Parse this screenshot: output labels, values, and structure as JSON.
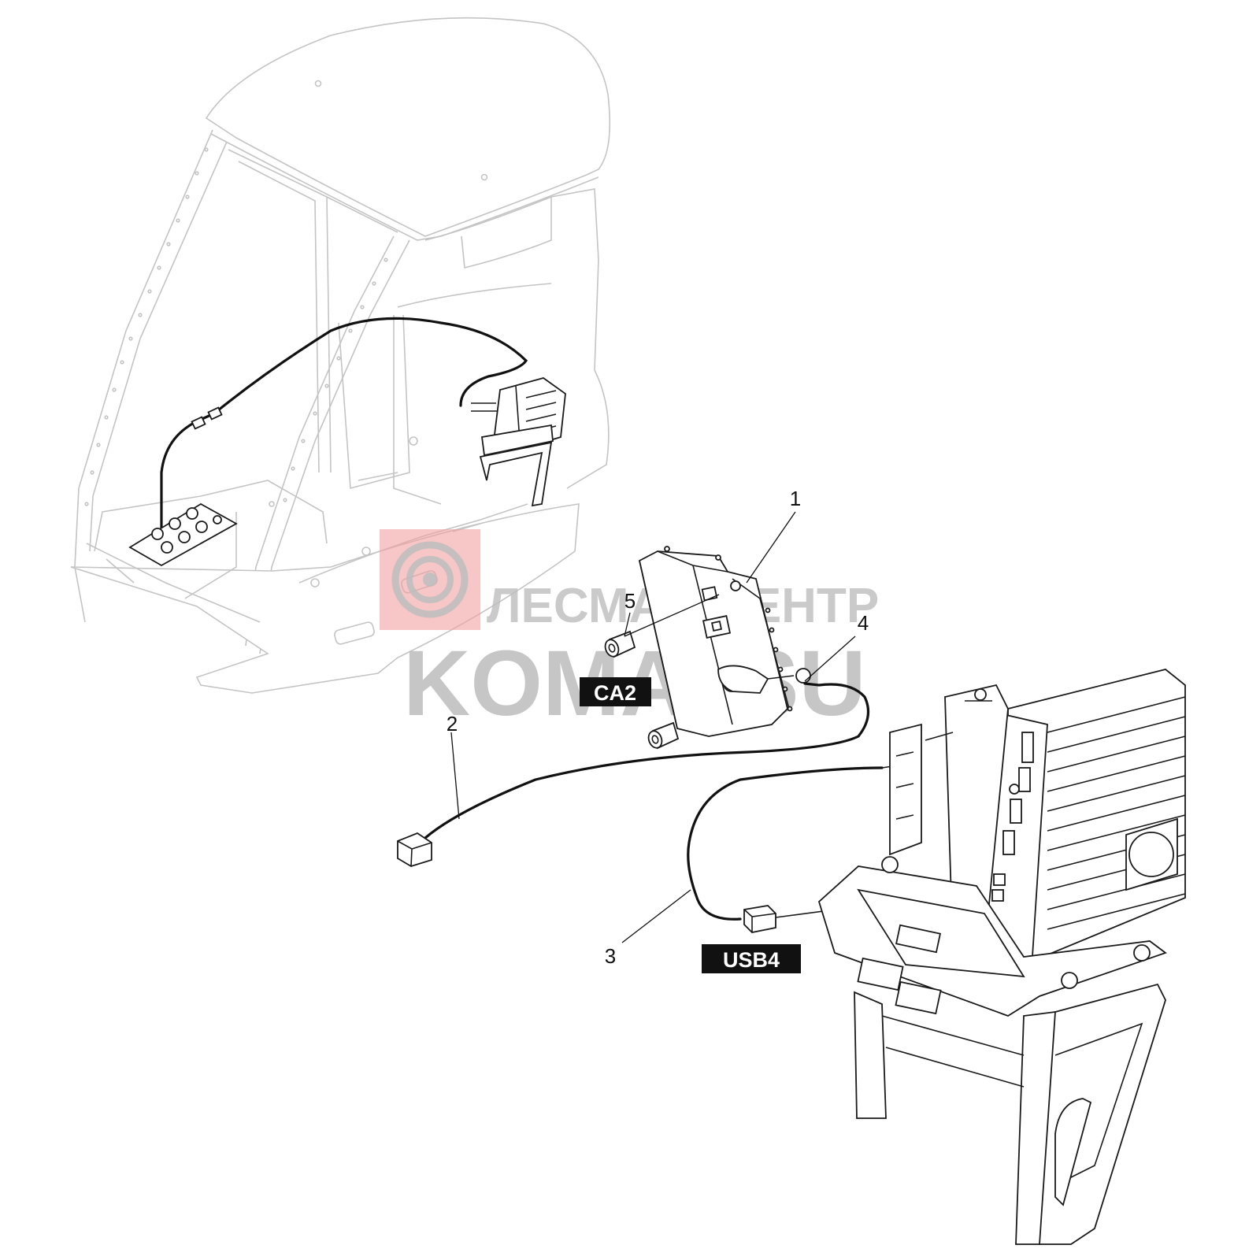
{
  "callouts": [
    {
      "id": "1",
      "label": "1"
    },
    {
      "id": "2",
      "label": "2"
    },
    {
      "id": "3",
      "label": "3"
    },
    {
      "id": "4",
      "label": "4"
    },
    {
      "id": "5",
      "label": "5"
    }
  ],
  "tags": {
    "ca2": "CA2",
    "usb4": "USB4"
  },
  "watermark": {
    "line1": "ЛЕСМАШЦЕНТР",
    "line2": "KOMATSU"
  },
  "colors": {
    "watermark_red": "#f2a0a0",
    "watermark_gray": "#bdbdbd",
    "ink": "#111111",
    "ghost": "#c4c4c4"
  }
}
